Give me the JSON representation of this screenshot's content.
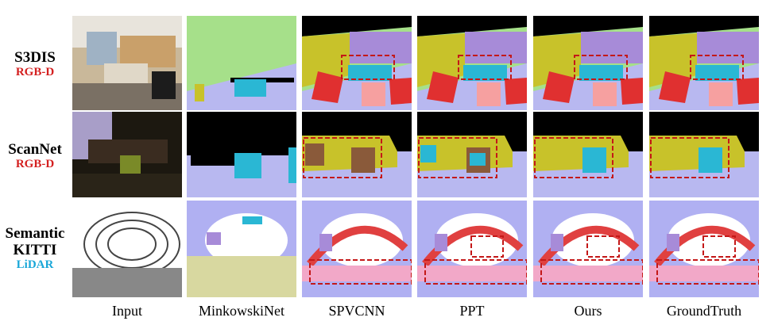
{
  "rows": [
    {
      "name_lines": [
        "S3DIS"
      ],
      "sensor": "RGB-D",
      "sensor_color": "#d42020"
    },
    {
      "name_lines": [
        "ScanNet"
      ],
      "sensor": "RGB-D",
      "sensor_color": "#d42020"
    },
    {
      "name_lines": [
        "Semantic",
        "KITTI"
      ],
      "sensor": "LiDAR",
      "sensor_color": "#1aa7d8"
    }
  ],
  "columns": [
    "Input",
    "MinkowskiNet",
    "SPVCNN",
    "PPT",
    "Ours",
    "GroundTruth"
  ],
  "colors": {
    "wall_green": "#a6e08a",
    "wall_olive": "#c8c22a",
    "wall_purple": "#a78bd8",
    "floor_lavender": "#b8b8f0",
    "ceiling_black": "#000000",
    "table_cyan": "#2ab7d4",
    "chair_red": "#e03030",
    "board_pink": "#f6a0a0",
    "sofa_brown": "#8a5a3a",
    "road_lavender": "#b0b0f2",
    "car_red": "#e04040",
    "sidewalk_pink": "#f2a8c8",
    "highlight_box": "#c41818"
  }
}
